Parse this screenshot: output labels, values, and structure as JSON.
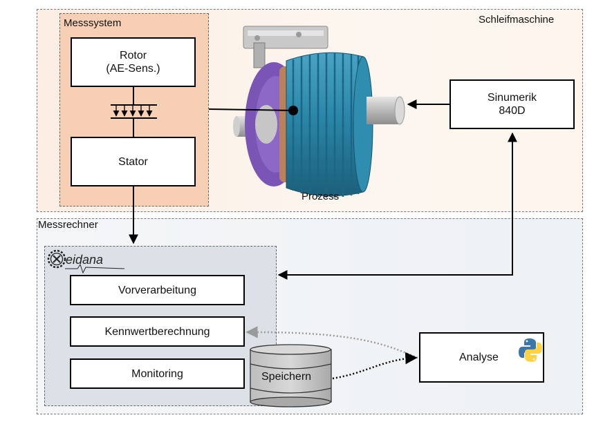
{
  "regions": {
    "schleifmaschine": "Schleifmaschine",
    "messsystem": "Messsystem",
    "messrechner": "Messrechner"
  },
  "blocks": {
    "rotor": "Rotor\n(AE-Sens.)",
    "stator": "Stator",
    "sinumerik": "Sinumerik\n840D",
    "vorverarbeitung": "Vorverarbeitung",
    "kennwertberechnung": "Kennwertberechnung",
    "monitoring": "Monitoring",
    "analyse": "Analyse",
    "speichern": "Speichern"
  },
  "process_label": "Prozess",
  "logo": {
    "text": "Xeidana"
  },
  "colors": {
    "schleif_bg": "#fbeee3",
    "messsystem_bg": "#f7cfb5",
    "xeidana_bg": "#dbe1e6",
    "wheel_blue": "#2a86a8",
    "flange_purple": "#7a55b5",
    "flange_copper": "#b9825a",
    "python_blue": "#3b77a8",
    "python_yellow": "#ffd343"
  },
  "icons": [
    "grinding-wheel-image",
    "python-logo-icon",
    "database-cylinder-icon",
    "xeidana-gear-icon"
  ]
}
